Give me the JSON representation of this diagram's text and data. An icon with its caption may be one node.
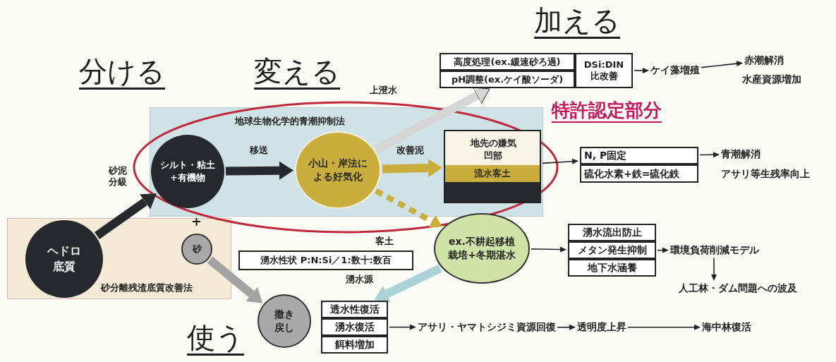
{
  "diagram": {
    "nodes": [
      {
        "text": [
          "砂分離残渣底質改善法"
        ]
      },
      {
        "text": [
          "地球生物化学的青潮抑制法"
        ]
      },
      {
        "text": [
          "ヘドロ底質"
        ],
        "in": 0
      },
      {
        "text": [
          "シルト・粘土+有機物"
        ],
        "in": 1
      },
      {
        "text": [
          "小山・岸法による好気化"
        ],
        "in": 1
      },
      {
        "text": [
          "地先の嫌気凹部",
          "流水客土"
        ],
        "in": 1
      },
      {
        "text": [
          "砂"
        ],
        "in": 0
      },
      {
        "text": [
          "撒き戻し"
        ]
      },
      {
        "text": [
          "高度処理(ex.緩速砂ろ過)"
        ]
      },
      {
        "text": [
          "pH調整(ex.ケイ酸ソーダ)"
        ]
      },
      {
        "text": [
          "DSi:DIN 比改善"
        ]
      },
      {
        "text": [
          "ケイ藻増殖"
        ]
      },
      {
        "text": [
          "赤潮解消"
        ]
      },
      {
        "text": [
          "水産資源増加"
        ]
      },
      {
        "text": [
          "N, P固定"
        ]
      },
      {
        "text": [
          "硫化水素+鉄=硫化鉄"
        ]
      },
      {
        "text": [
          "青潮解消"
        ]
      },
      {
        "text": [
          "アサリ等生残率向上"
        ]
      },
      {
        "text": [
          "ex.不耕起移植栽培+冬期湛水"
        ]
      },
      {
        "text": [
          "湧水流出防止"
        ]
      },
      {
        "text": [
          "メタン発生抑制"
        ]
      },
      {
        "text": [
          "地下水涵養"
        ]
      },
      {
        "text": [
          "環境負荷削減モデル"
        ]
      },
      {
        "text": [
          "人工林・ダム問題への波及"
        ]
      },
      {
        "text": [
          "透水性復活"
        ]
      },
      {
        "text": [
          "湧水復活"
        ]
      },
      {
        "text": [
          "餌料増加"
        ]
      },
      {
        "text": [
          "アサリ・ヤマトシジミ資源回復"
        ]
      },
      {
        "text": [
          "透明度上昇"
        ]
      },
      {
        "text": [
          "海中林復活"
        ]
      },
      {
        "text": [
          "湧水性状 P:N:Si／1:数十:数百"
        ]
      }
    ],
    "edges": [
      {
        "from": 2,
        "to": 3,
        "arrow": "to",
        "label": "砂泥分級",
        "style": "thick",
        "color": "#25282d"
      },
      {
        "from": 3,
        "to": 4,
        "arrow": "to",
        "label": "移送",
        "style": "thick",
        "color": "#25282d"
      },
      {
        "from": 4,
        "to": 5,
        "arrow": "to",
        "label": "改善泥",
        "style": "thick",
        "color": "#c9ae3e"
      },
      {
        "from": 4,
        "to": 9,
        "arrow": "to",
        "label": "上澄水",
        "style": "thick",
        "color": "#d6d6d6"
      },
      {
        "from": 10,
        "to": 11,
        "arrow": "to"
      },
      {
        "from": 11,
        "to": 12,
        "arrow": "to"
      },
      {
        "from": 5,
        "to": 14,
        "arrow": "to"
      },
      {
        "from": 14,
        "to": 16,
        "arrow": "to"
      },
      {
        "from": 4,
        "to": 18,
        "arrow": "to",
        "label": "客土",
        "style": "dashed",
        "color": "#c9ae3e"
      },
      {
        "from": 18,
        "to": 20,
        "arrow": "to"
      },
      {
        "from": 20,
        "to": 22,
        "arrow": "to"
      },
      {
        "from": 22,
        "to": 23,
        "arrow": "to"
      },
      {
        "from": 18,
        "to": 24,
        "arrow": "to",
        "label": "湧水源",
        "style": "thick",
        "color": "#a9d3d6"
      },
      {
        "from": 6,
        "to": 7,
        "arrow": "to",
        "style": "thick",
        "color": "#a3a3a3"
      },
      {
        "from": 25,
        "to": 27,
        "arrow": "to"
      },
      {
        "from": 27,
        "to": 28,
        "arrow": "to"
      },
      {
        "from": 28,
        "to": 29,
        "arrow": "to"
      }
    ],
    "labels": [
      "分ける",
      "変える",
      "加える",
      "使う",
      "特許認定部分",
      "+"
    ]
  }
}
